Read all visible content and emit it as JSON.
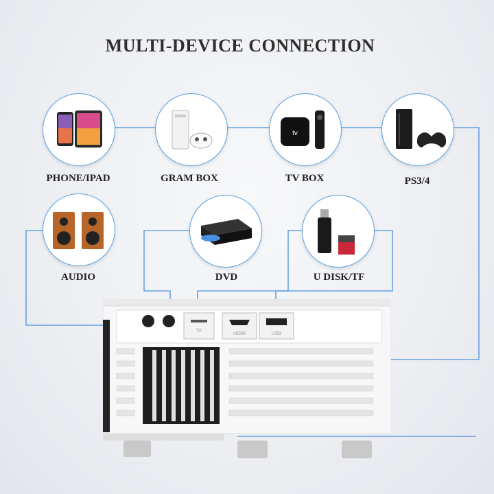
{
  "title": "MULTI-DEVICE CONNECTION",
  "devices": [
    {
      "label": "PHONE/IPAD",
      "icon": "phone-ipad-icon"
    },
    {
      "label": "GRAM BOX",
      "icon": "game-console-icon"
    },
    {
      "label": "TV BOX",
      "icon": "tv-box-icon"
    },
    {
      "label": "PS3/4",
      "icon": "ps-console-icon"
    },
    {
      "label": "AUDIO",
      "icon": "speakers-icon"
    },
    {
      "label": "DVD",
      "icon": "dvd-player-icon"
    },
    {
      "label": "U DISK/TF",
      "icon": "usb-tf-icon"
    }
  ],
  "ports": {
    "tf": "TF",
    "hdmi": "HDMI",
    "usb": "USB"
  },
  "colors": {
    "line": "#4a90e2",
    "title": "#2e2e2e"
  }
}
